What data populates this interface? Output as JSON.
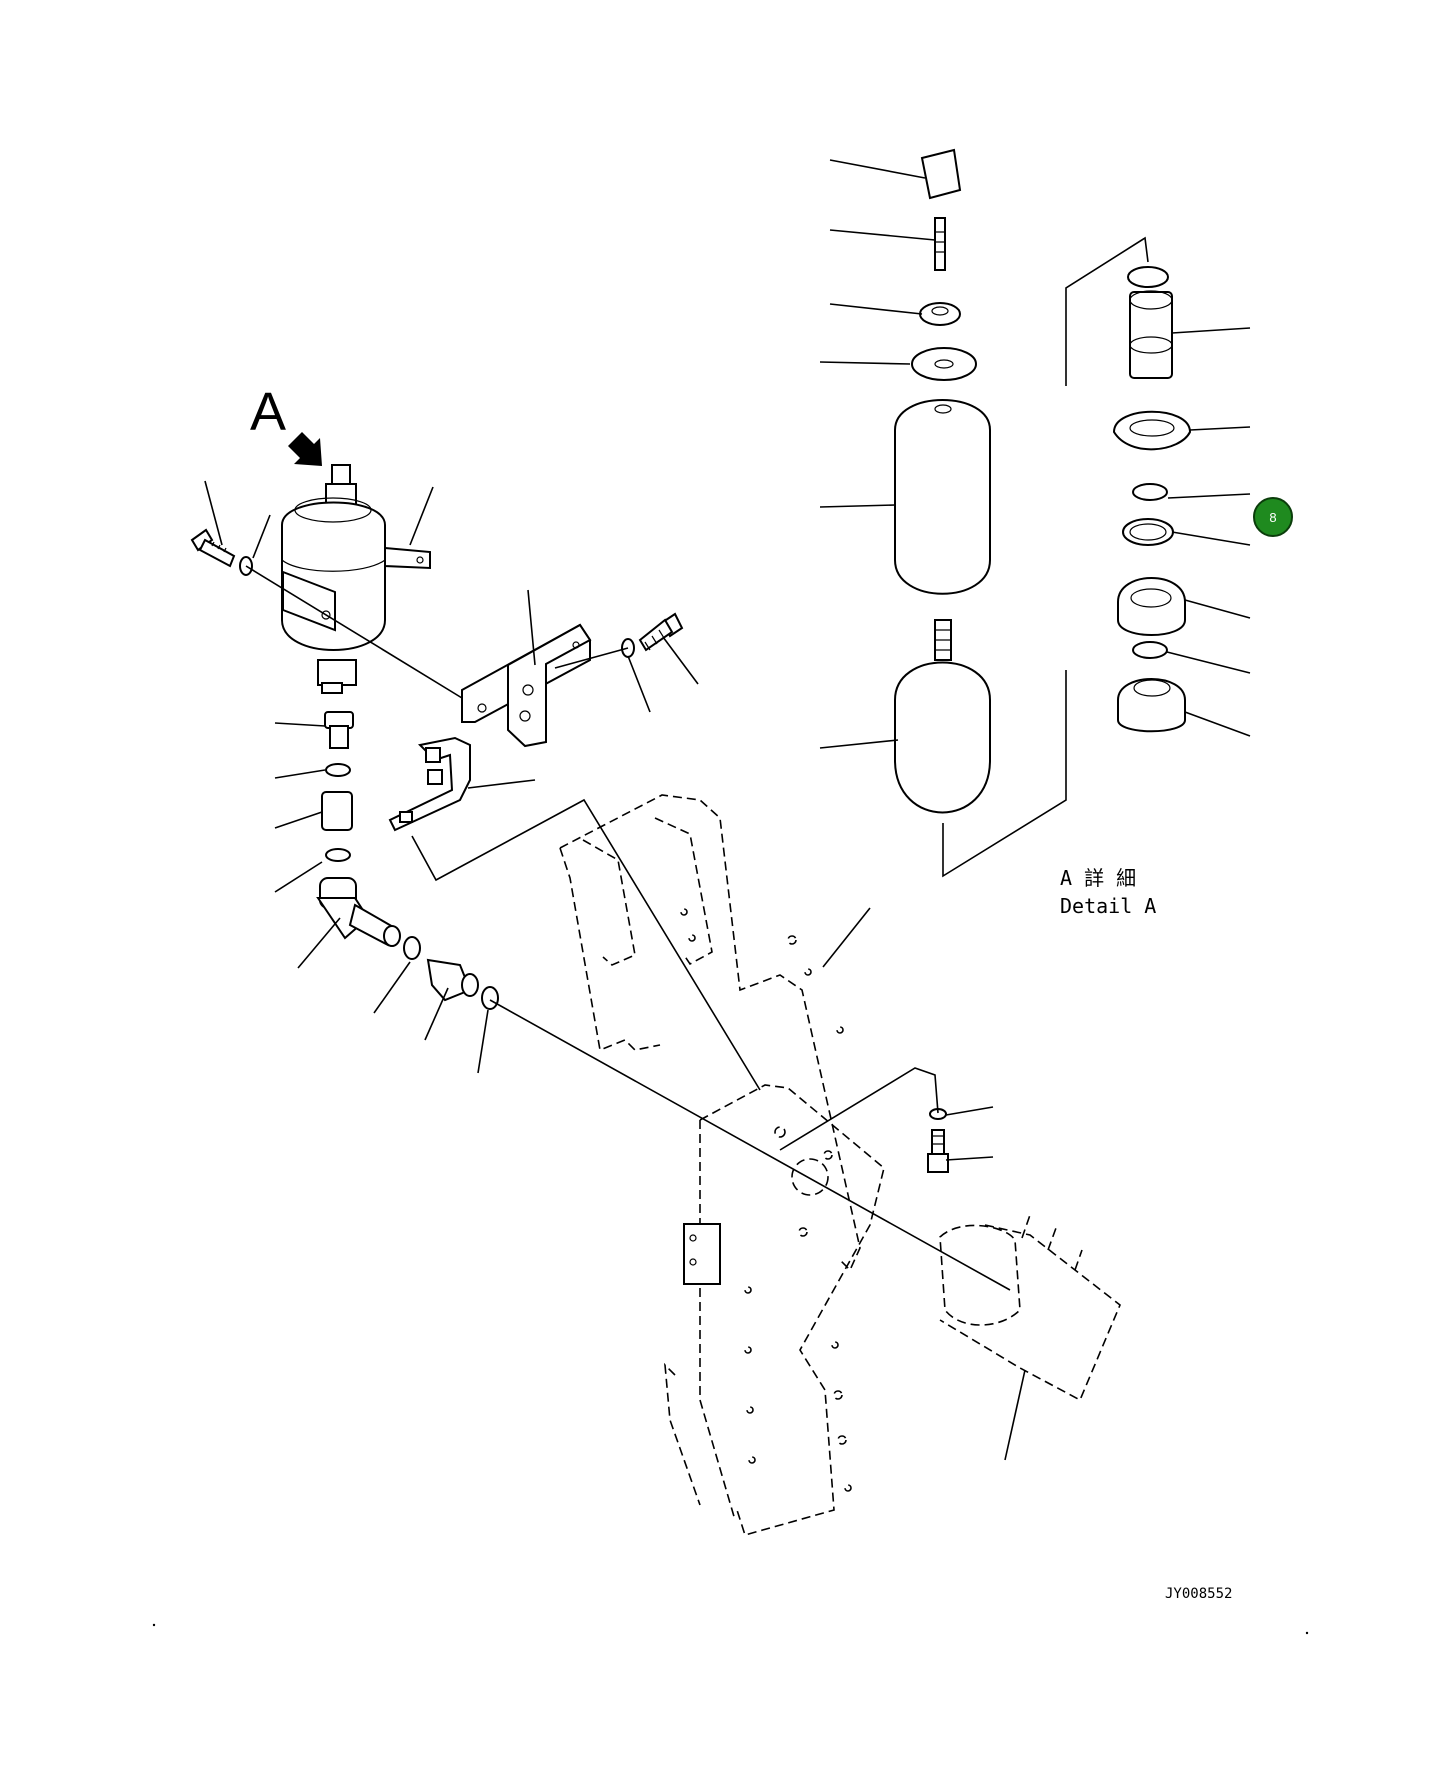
{
  "view_label": "A",
  "detail_title_jp": "A 詳 細",
  "detail_title_en": "Detail A",
  "drawing_number": "JY008552",
  "callouts": [
    {
      "label": "8",
      "color": "#1f8a1f"
    }
  ]
}
